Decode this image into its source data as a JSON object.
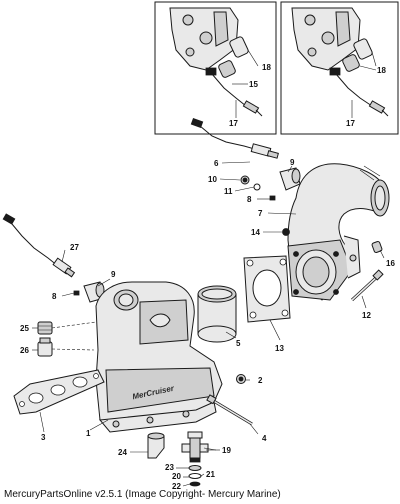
{
  "footer": {
    "copyright": "MercuryPartsOnline v2.5.1 (Image Copyright- Mercury Marine)"
  },
  "logo": {
    "text": "MerCruiser"
  },
  "callouts": [
    {
      "id": "1",
      "label": "1"
    },
    {
      "id": "2",
      "label": "2"
    },
    {
      "id": "3",
      "label": "3"
    },
    {
      "id": "4",
      "label": "4"
    },
    {
      "id": "5",
      "label": "5"
    },
    {
      "id": "6",
      "label": "6"
    },
    {
      "id": "7",
      "label": "7"
    },
    {
      "id": "8a",
      "label": "8"
    },
    {
      "id": "8b",
      "label": "8"
    },
    {
      "id": "9a",
      "label": "9"
    },
    {
      "id": "9b",
      "label": "9"
    },
    {
      "id": "10",
      "label": "10"
    },
    {
      "id": "11",
      "label": "11"
    },
    {
      "id": "12",
      "label": "12"
    },
    {
      "id": "13",
      "label": "13"
    },
    {
      "id": "14",
      "label": "14"
    },
    {
      "id": "15",
      "label": "15"
    },
    {
      "id": "16",
      "label": "16"
    },
    {
      "id": "17a",
      "label": "17"
    },
    {
      "id": "17b",
      "label": "17"
    },
    {
      "id": "18a",
      "label": "18"
    },
    {
      "id": "18b",
      "label": "18"
    },
    {
      "id": "19",
      "label": "19"
    },
    {
      "id": "20",
      "label": "20"
    },
    {
      "id": "21",
      "label": "21"
    },
    {
      "id": "22",
      "label": "22"
    },
    {
      "id": "23",
      "label": "23"
    },
    {
      "id": "24",
      "label": "24"
    },
    {
      "id": "25",
      "label": "25"
    },
    {
      "id": "26",
      "label": "26"
    },
    {
      "id": "27",
      "label": "27"
    }
  ]
}
